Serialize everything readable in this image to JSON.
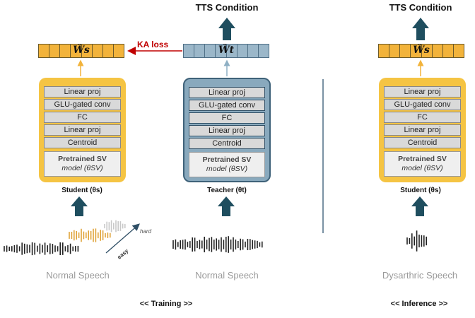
{
  "training": {
    "label": "<< Training >>",
    "tts_condition": "TTS Condition",
    "ka_loss": "KA loss",
    "student": {
      "embedding": "Ŵs",
      "layers": [
        "Linear proj",
        "GLU-gated conv",
        "FC",
        "Linear proj",
        "Centroid"
      ],
      "sv_model": [
        "Pretrained SV",
        "model (θSV)"
      ],
      "caption": "Student (θs)",
      "speech": "Normal Speech",
      "hard_label": "hard",
      "easy_label": "easy"
    },
    "teacher": {
      "embedding": "Ŵt",
      "layers": [
        "Linear proj",
        "GLU-gated conv",
        "FC",
        "Linear proj",
        "Centroid"
      ],
      "sv_model": [
        "Pretrained SV",
        "model (θSV)"
      ],
      "caption": "Teacher (θt)",
      "speech": "Normal Speech"
    }
  },
  "inference": {
    "label": "<< Inference >>",
    "tts_condition": "TTS Condition",
    "student": {
      "embedding": "Ŵs",
      "layers": [
        "Linear proj",
        "GLU-gated conv",
        "FC",
        "Linear proj",
        "Centroid"
      ],
      "sv_model": [
        "Pretrained SV",
        "model (θSV)"
      ],
      "caption": "Student (θs)",
      "speech": "Dysarthric Speech"
    }
  },
  "colors": {
    "student_panel": "#f5c443",
    "teacher_panel": "#89a9bd",
    "big_arrow": "#1f4e5f",
    "ka_loss": "#c00000",
    "speech_label": "#9a9a9a"
  }
}
